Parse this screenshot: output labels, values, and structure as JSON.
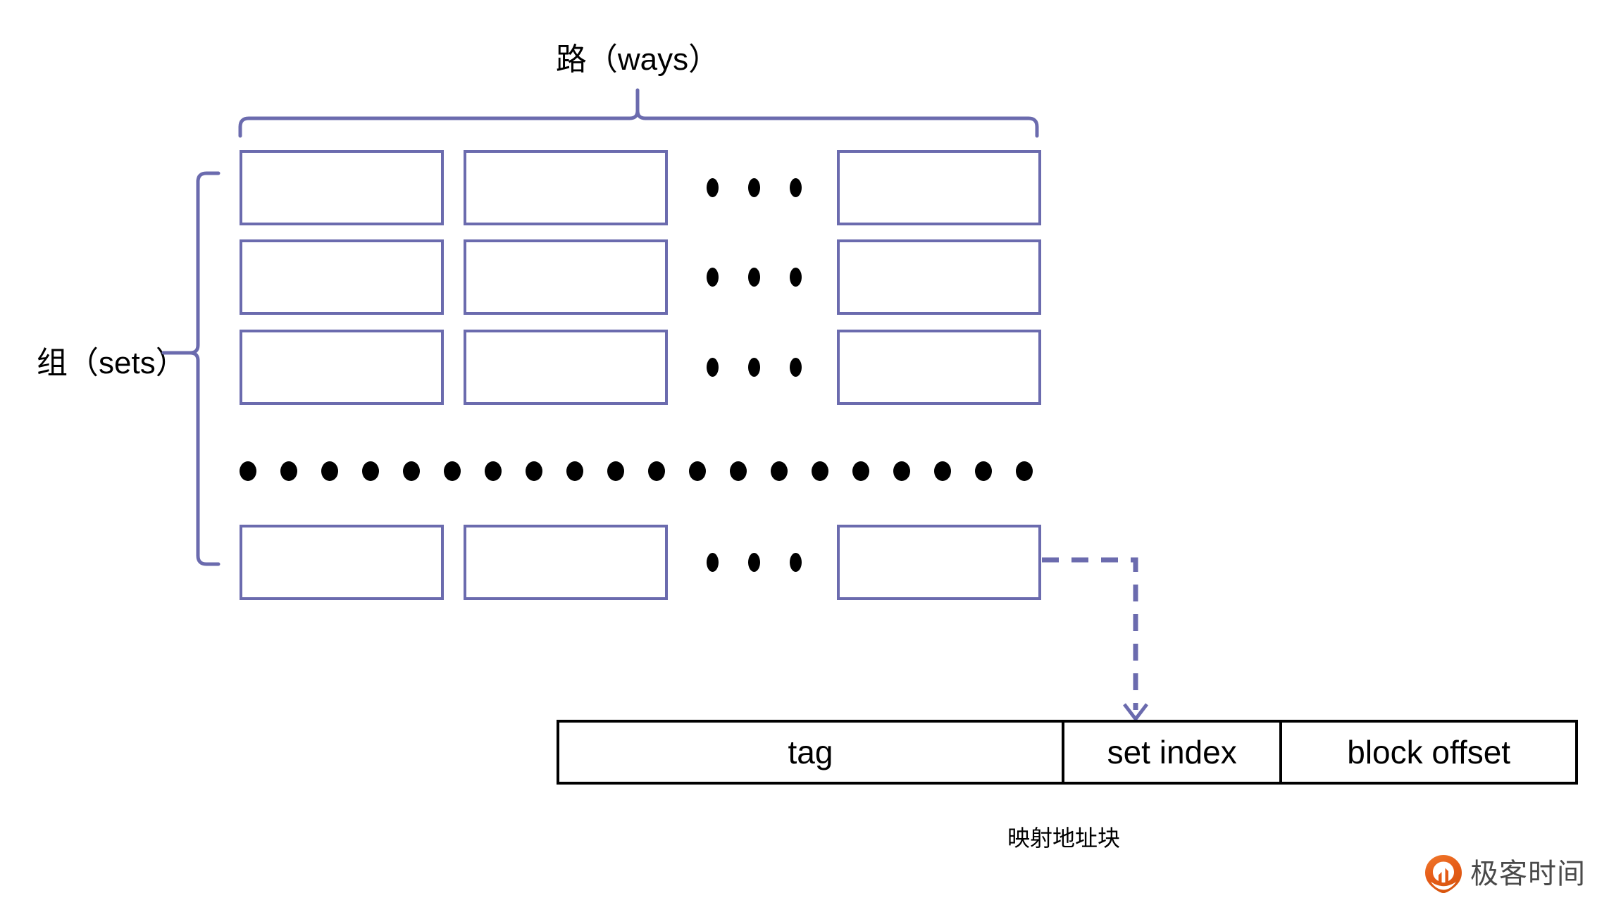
{
  "diagram": {
    "title_top": "路（ways）",
    "title_left": "组（sets）",
    "caption_bottom": "映射地址块",
    "colors": {
      "box_border": "#6B6BAE",
      "brace": "#6B6BAE",
      "arrow": "#6B6BAE",
      "address_border": "#000000",
      "dots": "#000000",
      "watermark_orange": "#E8601C",
      "watermark_text": "#4A4A4A"
    },
    "cache_grid": {
      "rows": 4,
      "columns_shown": 3,
      "column_ellipsis_dots": 3,
      "row_ellipsis_dots": 20,
      "rows_data": [
        {
          "name": "set-row-1",
          "cells": [
            "",
            "",
            ""
          ]
        },
        {
          "name": "set-row-2",
          "cells": [
            "",
            "",
            ""
          ]
        },
        {
          "name": "set-row-3",
          "cells": [
            "",
            "",
            ""
          ]
        },
        {
          "name": "set-row-last",
          "cells": [
            "",
            "",
            ""
          ]
        }
      ]
    },
    "address_block": {
      "fields": [
        {
          "key": "tag",
          "label": "tag"
        },
        {
          "key": "set_index",
          "label": "set index"
        },
        {
          "key": "block_offset",
          "label": "block offset"
        }
      ]
    },
    "arrow": {
      "style": "dashed",
      "from": "last-set-last-way-box",
      "to": "set-index-field-boundary"
    }
  },
  "watermark": {
    "brand": "极客时间",
    "icon": "geektime-drop-icon"
  }
}
